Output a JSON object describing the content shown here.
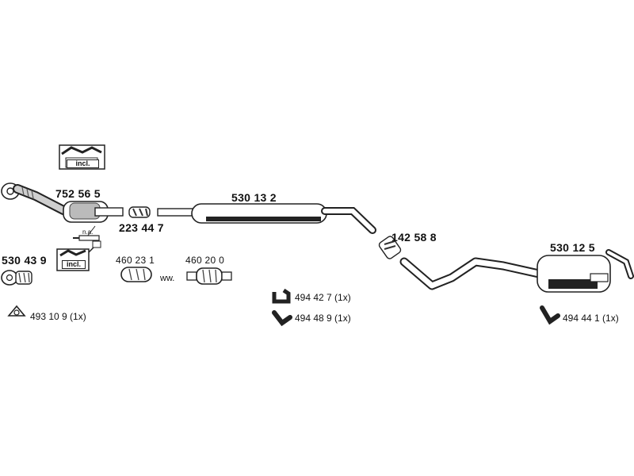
{
  "parts": {
    "catalytic_converter": "752 56 5",
    "flange_clamp": "223 44 7",
    "front_pipe_set": "530 43 9",
    "seal_1": "460 23 1",
    "seal_2": "460 20 0",
    "ww": "ww.",
    "ring": "493 10 9 (1x)",
    "middle_silencer": "530 13 2",
    "clamp_2": "142 58 8",
    "rear_silencer": "530 12 5",
    "mount_1": "494 42 7 (1x)",
    "mount_2": "494 48 9 (1x)",
    "mount_3": "494 44 1 (1x)"
  },
  "incl_box_1": "incl.",
  "incl_box_2": "incl.",
  "na": "n.a."
}
